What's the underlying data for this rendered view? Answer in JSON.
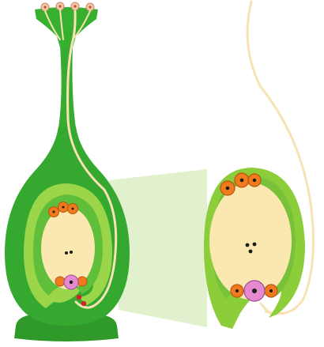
{
  "colors": {
    "background": "#ffffff",
    "pistil_dark_green": "#2f9a2a",
    "pistil_mid_green": "#3fb236",
    "integument_light_green": "#9bd64a",
    "ovule_outer_green": "#8ccd3a",
    "nucellus_cream": "#fbe8b0",
    "pollen_tube_cream": "#f8e2b4",
    "pollen_grain_tan": "#f1c9a3",
    "antipodal_orange": "#f07a1e",
    "egg_cell_pink": "#e58ad0",
    "sperm_red": "#d4222a",
    "zoom_wedge_green": "#dcefc6",
    "nucleus_dark": "#1a1a1a"
  },
  "parts": [
    "stigma",
    "style",
    "ovary",
    "ovule",
    "integuments",
    "embryo-sac",
    "antipodal-cells",
    "polar-nuclei",
    "egg-cell",
    "synergids",
    "micropyle",
    "pollen-grain",
    "pollen-tube",
    "sperm-cells",
    "receptacle"
  ]
}
